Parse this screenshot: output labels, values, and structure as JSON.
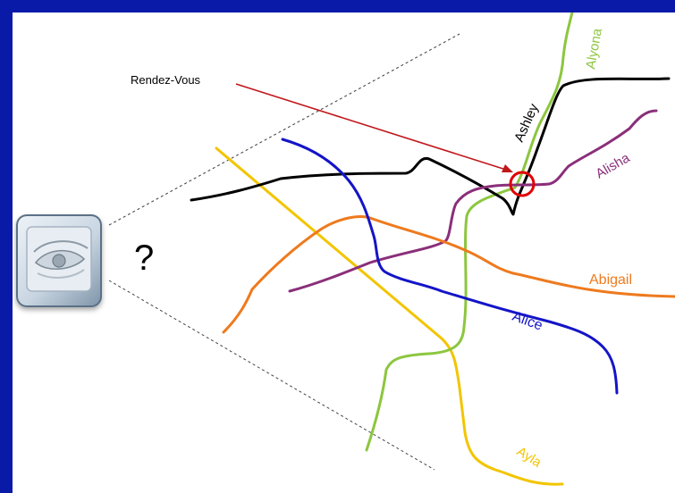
{
  "labels": {
    "rendezvous": "Rendez-Vous",
    "question": "?",
    "alyona": "Alyona",
    "ashley": "Ashley",
    "alisha": "Alisha",
    "abigail": "Abigail",
    "alice": "Alice",
    "ayla": "Ayla"
  },
  "icons": {
    "observer": "eye-sculpture-icon",
    "meeting_point": "red-circle-marker"
  },
  "colors": {
    "border": "#0a1aa8",
    "alyona": "#8cc63f",
    "ashley": "#000000",
    "alisha": "#8a2f7a",
    "abigail": "#ee7a1e",
    "alice": "#1414c8",
    "ayla": "#f2c500",
    "arrow": "#c0171a",
    "marker": "#e00000"
  }
}
